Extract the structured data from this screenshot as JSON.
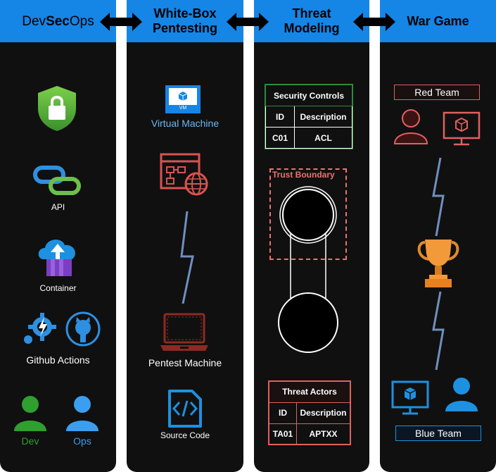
{
  "columns": {
    "devsecops": {
      "title_pre": "Dev",
      "title_bold": "Sec",
      "title_post": "Ops"
    },
    "whitebox": {
      "title_line1": "White-Box",
      "title_line2": "Pentesting"
    },
    "threat": {
      "title_line1": "Threat",
      "title_line2": "Modeling"
    },
    "wargame": {
      "title": "War Game"
    }
  },
  "devsecops": {
    "api_label": "API",
    "container_label": "Container",
    "github_actions_label": "Github Actions",
    "dev_label": "Dev",
    "ops_label": "Ops"
  },
  "whitebox": {
    "vm_icon_text": "VM",
    "virtual_machine_label": "Virtual Machine",
    "pentest_machine_label": "Pentest Machine",
    "source_code_label": "Source Code"
  },
  "threat": {
    "security_controls": {
      "title": "Security Controls",
      "headers": [
        "ID",
        "Description"
      ],
      "rows": [
        [
          "C01",
          "ACL"
        ]
      ]
    },
    "trust_boundary_label": "Trust Boundary",
    "threat_actors": {
      "title": "Threat Actors",
      "headers": [
        "ID",
        "Description"
      ],
      "rows": [
        [
          "TA01",
          "APTXX"
        ]
      ]
    }
  },
  "wargame": {
    "red_team_label": "Red Team",
    "blue_team_label": "Blue Team"
  },
  "colors": {
    "header_blue": "#1585e6",
    "panel_black": "#101010",
    "green_table_border": "#2e8b3a",
    "red_team": "#e06060",
    "trust_boundary": "#f07070",
    "dev_green": "#2ea02e",
    "ops_blue": "#3a9ff0"
  }
}
